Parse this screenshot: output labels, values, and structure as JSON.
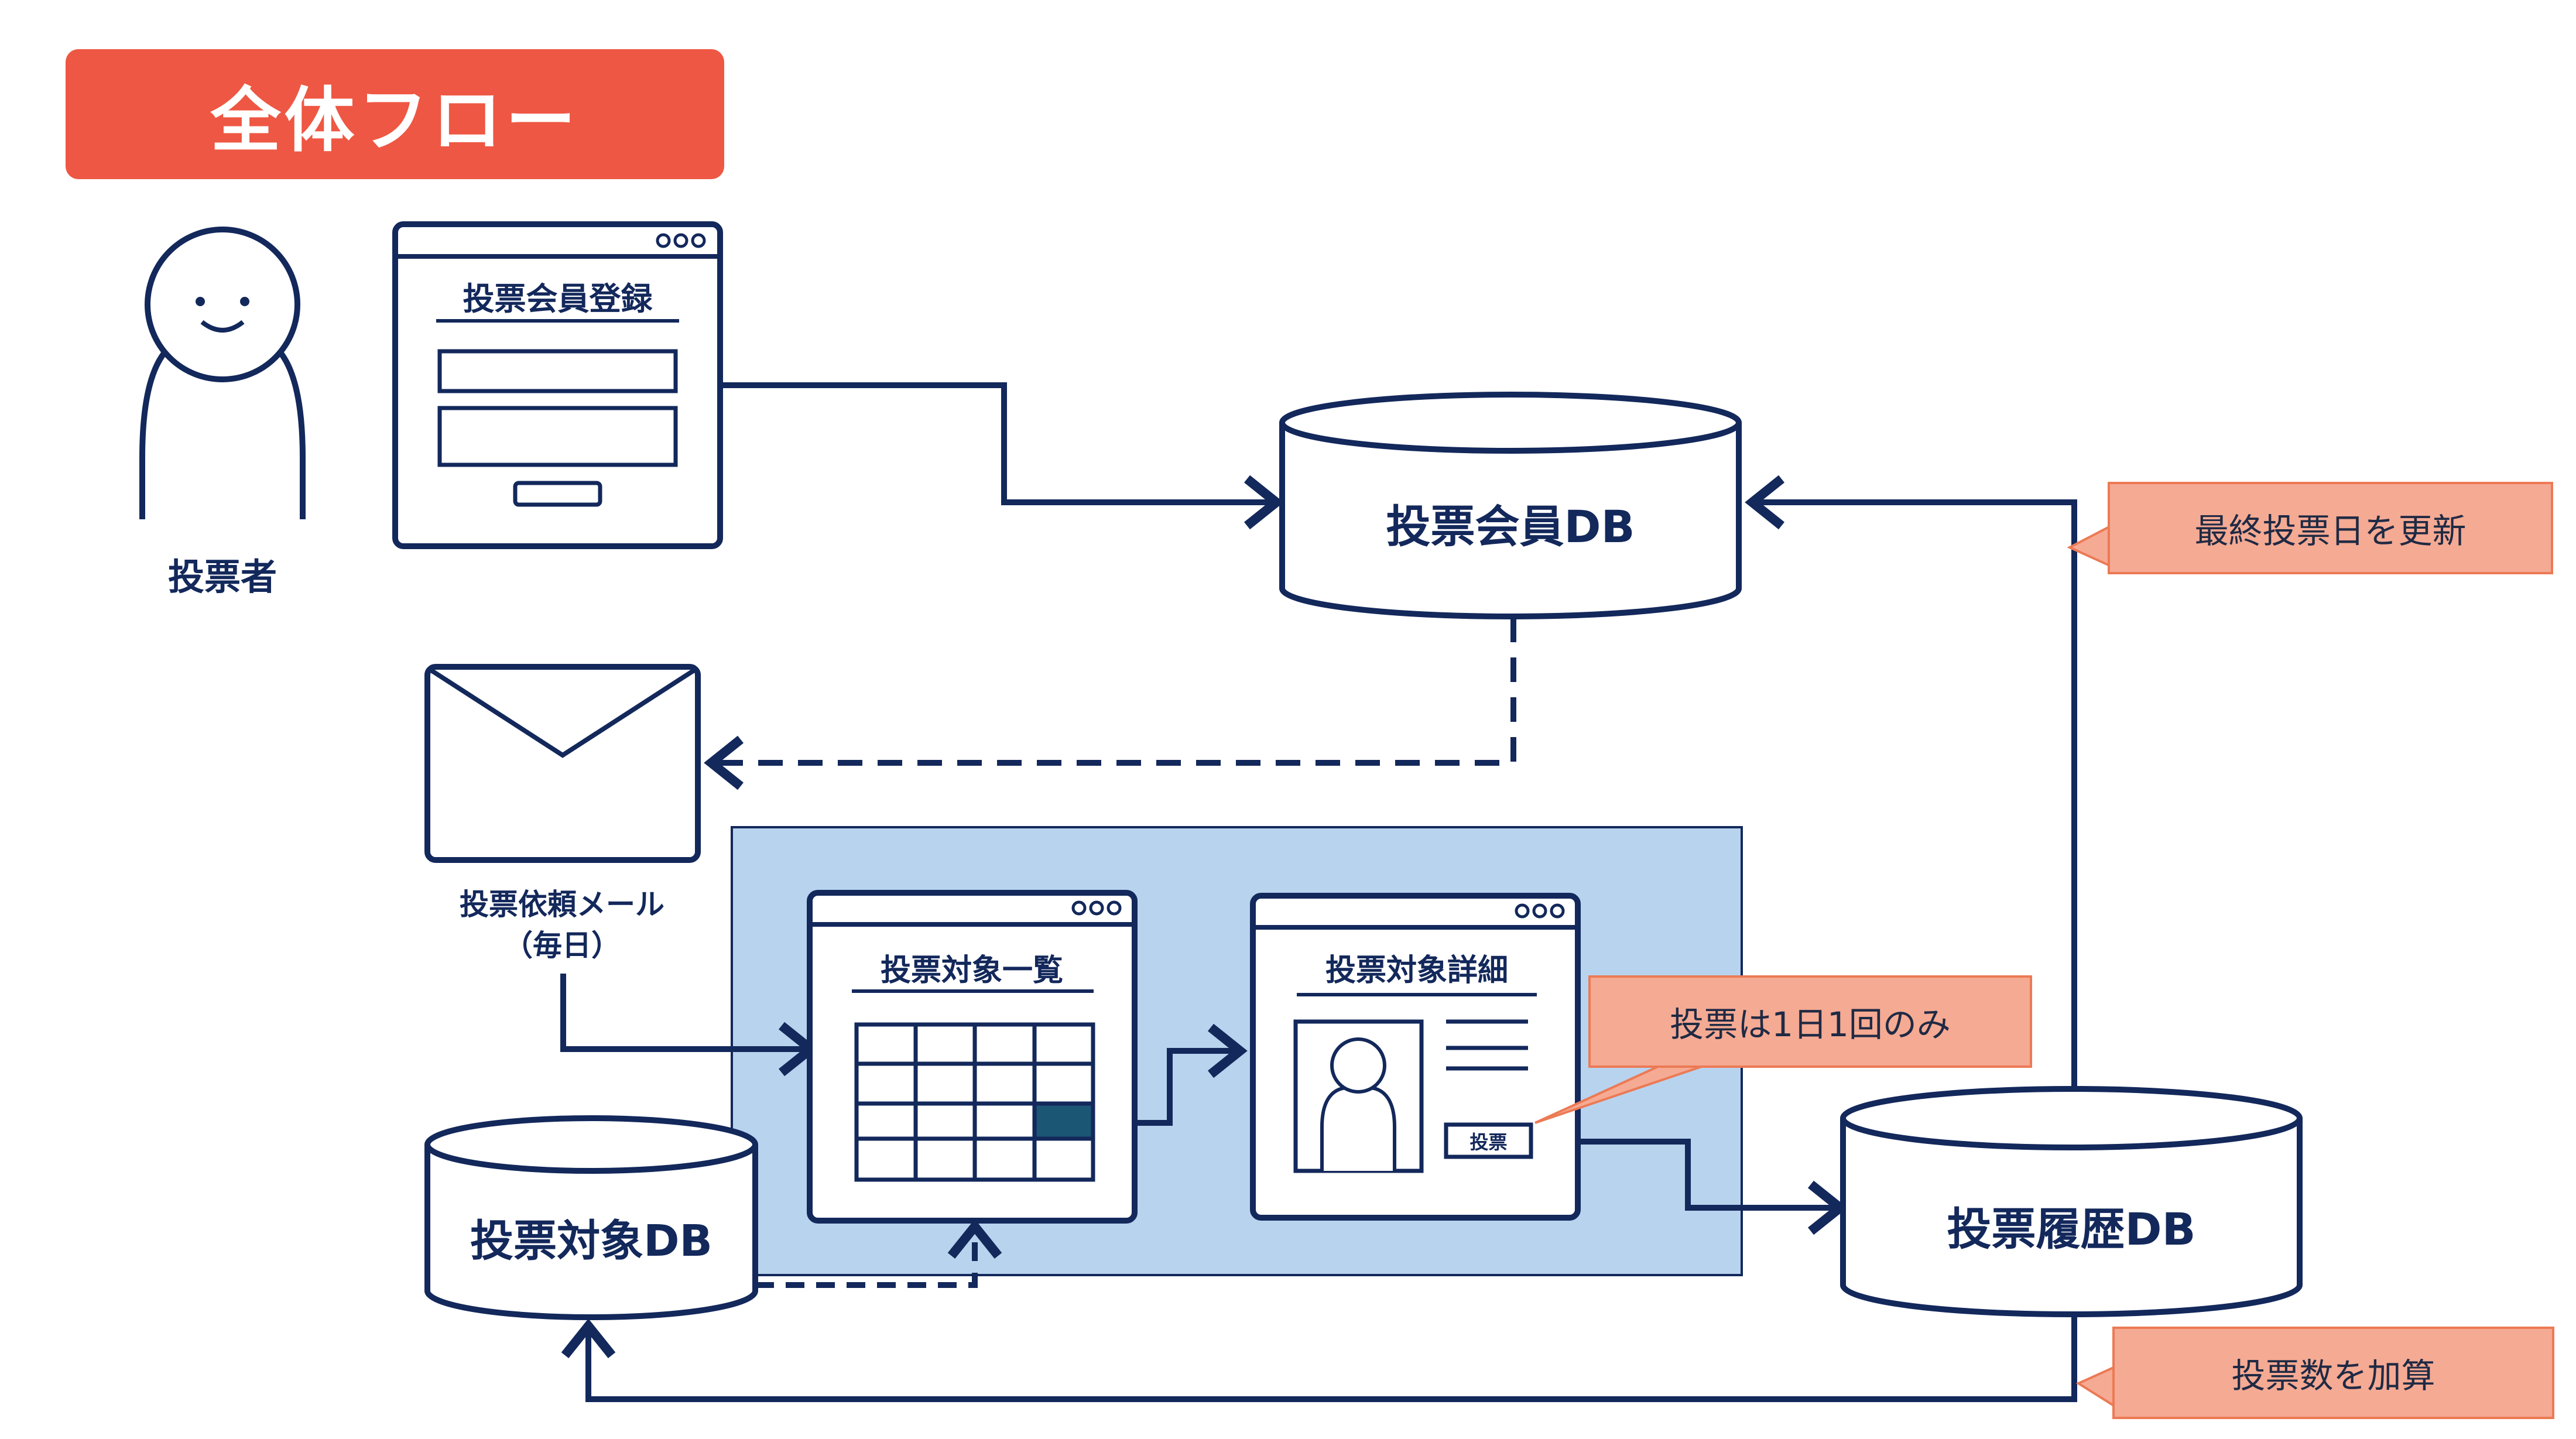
{
  "title": "全体フロー",
  "actor": {
    "label": "投票者"
  },
  "register_form": {
    "title": "投票会員登録"
  },
  "member_db": {
    "label": "投票会員DB"
  },
  "mail": {
    "label_line1": "投票依頼メール",
    "label_line2": "（毎日）"
  },
  "target_list": {
    "title": "投票対象一覧"
  },
  "target_detail": {
    "title": "投票対象詳細",
    "vote_button": "投票"
  },
  "target_db": {
    "label": "投票対象DB"
  },
  "history_db": {
    "label": "投票履歴DB"
  },
  "notes": {
    "update_last_vote": "最終投票日を更新",
    "once_per_day": "投票は1日1回のみ",
    "add_vote_count": "投票数を加算"
  },
  "colors": {
    "navy": "#13285b",
    "title_bg": "#ee5743",
    "note_bg": "#f5aa93",
    "note_border": "#ec7a55",
    "panel_bg": "#b8d3ee",
    "highlight_cell": "#1c5675"
  }
}
